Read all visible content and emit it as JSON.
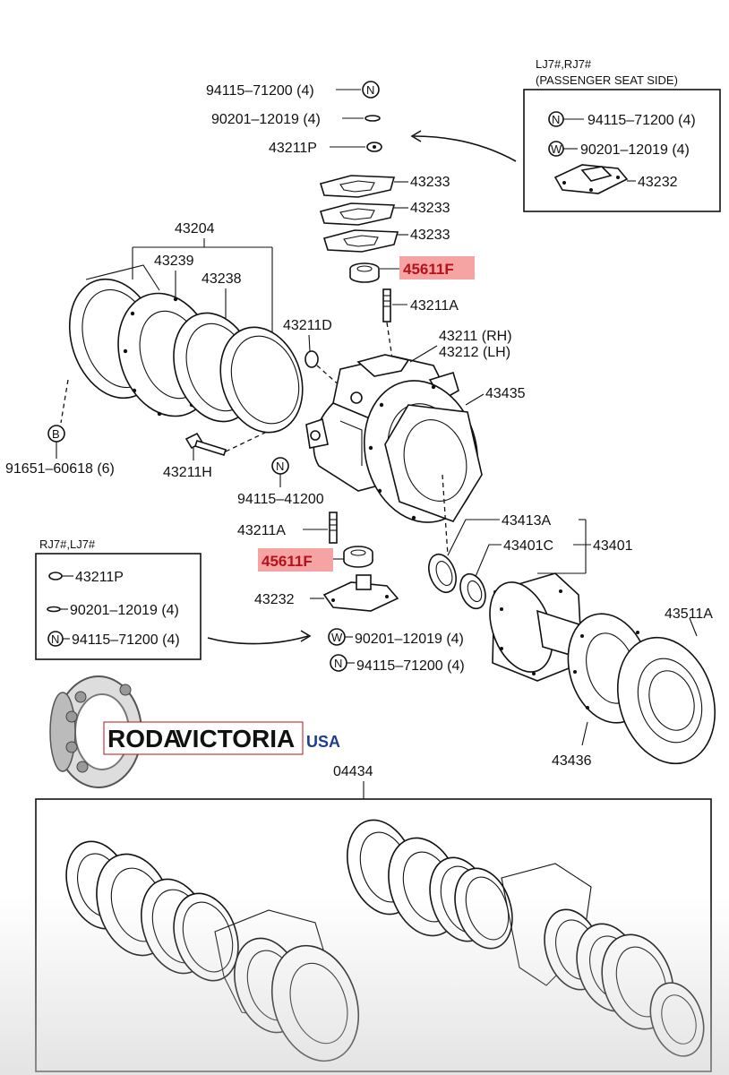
{
  "colors": {
    "highlight": "#f5a3a3",
    "highlight_text": "#b3131b",
    "logo_red": "#d4141c",
    "line": "#111111"
  },
  "inset_top": {
    "header_line1": "LJ7#,RJ7#",
    "header_line2": "(PASSENGER SEAT SIDE)",
    "items": [
      {
        "symbol": "N",
        "label": "94115–71200 (4)"
      },
      {
        "symbol": "W",
        "label": "90201–12019 (4)"
      },
      {
        "symbol": "",
        "label": "43232"
      }
    ]
  },
  "inset_left": {
    "header": "RJ7#,LJ7#",
    "items": [
      {
        "symbol": "",
        "label": "43211P"
      },
      {
        "symbol": "",
        "label": "90201–12019 (4)"
      },
      {
        "symbol": "N",
        "label": "94115–71200 (4)"
      }
    ]
  },
  "labels": {
    "p94115_top": "94115–71200 (4)",
    "p90201_top": "90201–12019 (4)",
    "p43211P": "43211P",
    "p43233_a": "43233",
    "p43233_b": "43233",
    "p43233_c": "43233",
    "p45611F_top": "45611F",
    "p43211A_top": "43211A",
    "p43204": "43204",
    "p43239": "43239",
    "p43238": "43238",
    "p43211D": "43211D",
    "p43211_rh": "43211 (RH)",
    "p43212_lh": "43212 (LH)",
    "p43435": "43435",
    "pB_symbol": "B",
    "p91651": "91651–60618 (6)",
    "p43211H": "43211H",
    "pN_symbol": "N",
    "p94115_41200": "94115–41200",
    "p43211A_low": "43211A",
    "p45611F_low": "45611F",
    "p43232_low": "43232",
    "p43413A": "43413A",
    "p43401C": "43401C",
    "p43401": "43401",
    "p90201_low": "90201–12019 (4)",
    "p94115_low": "94115–71200 (4)",
    "p43511A": "43511A",
    "p43436": "43436",
    "p04434": "04434",
    "w_symbol": "W",
    "n_symbol": "N"
  },
  "logo": {
    "brand_left": "RODA",
    "brand_right": "VICTORIA",
    "suffix": "USA"
  }
}
